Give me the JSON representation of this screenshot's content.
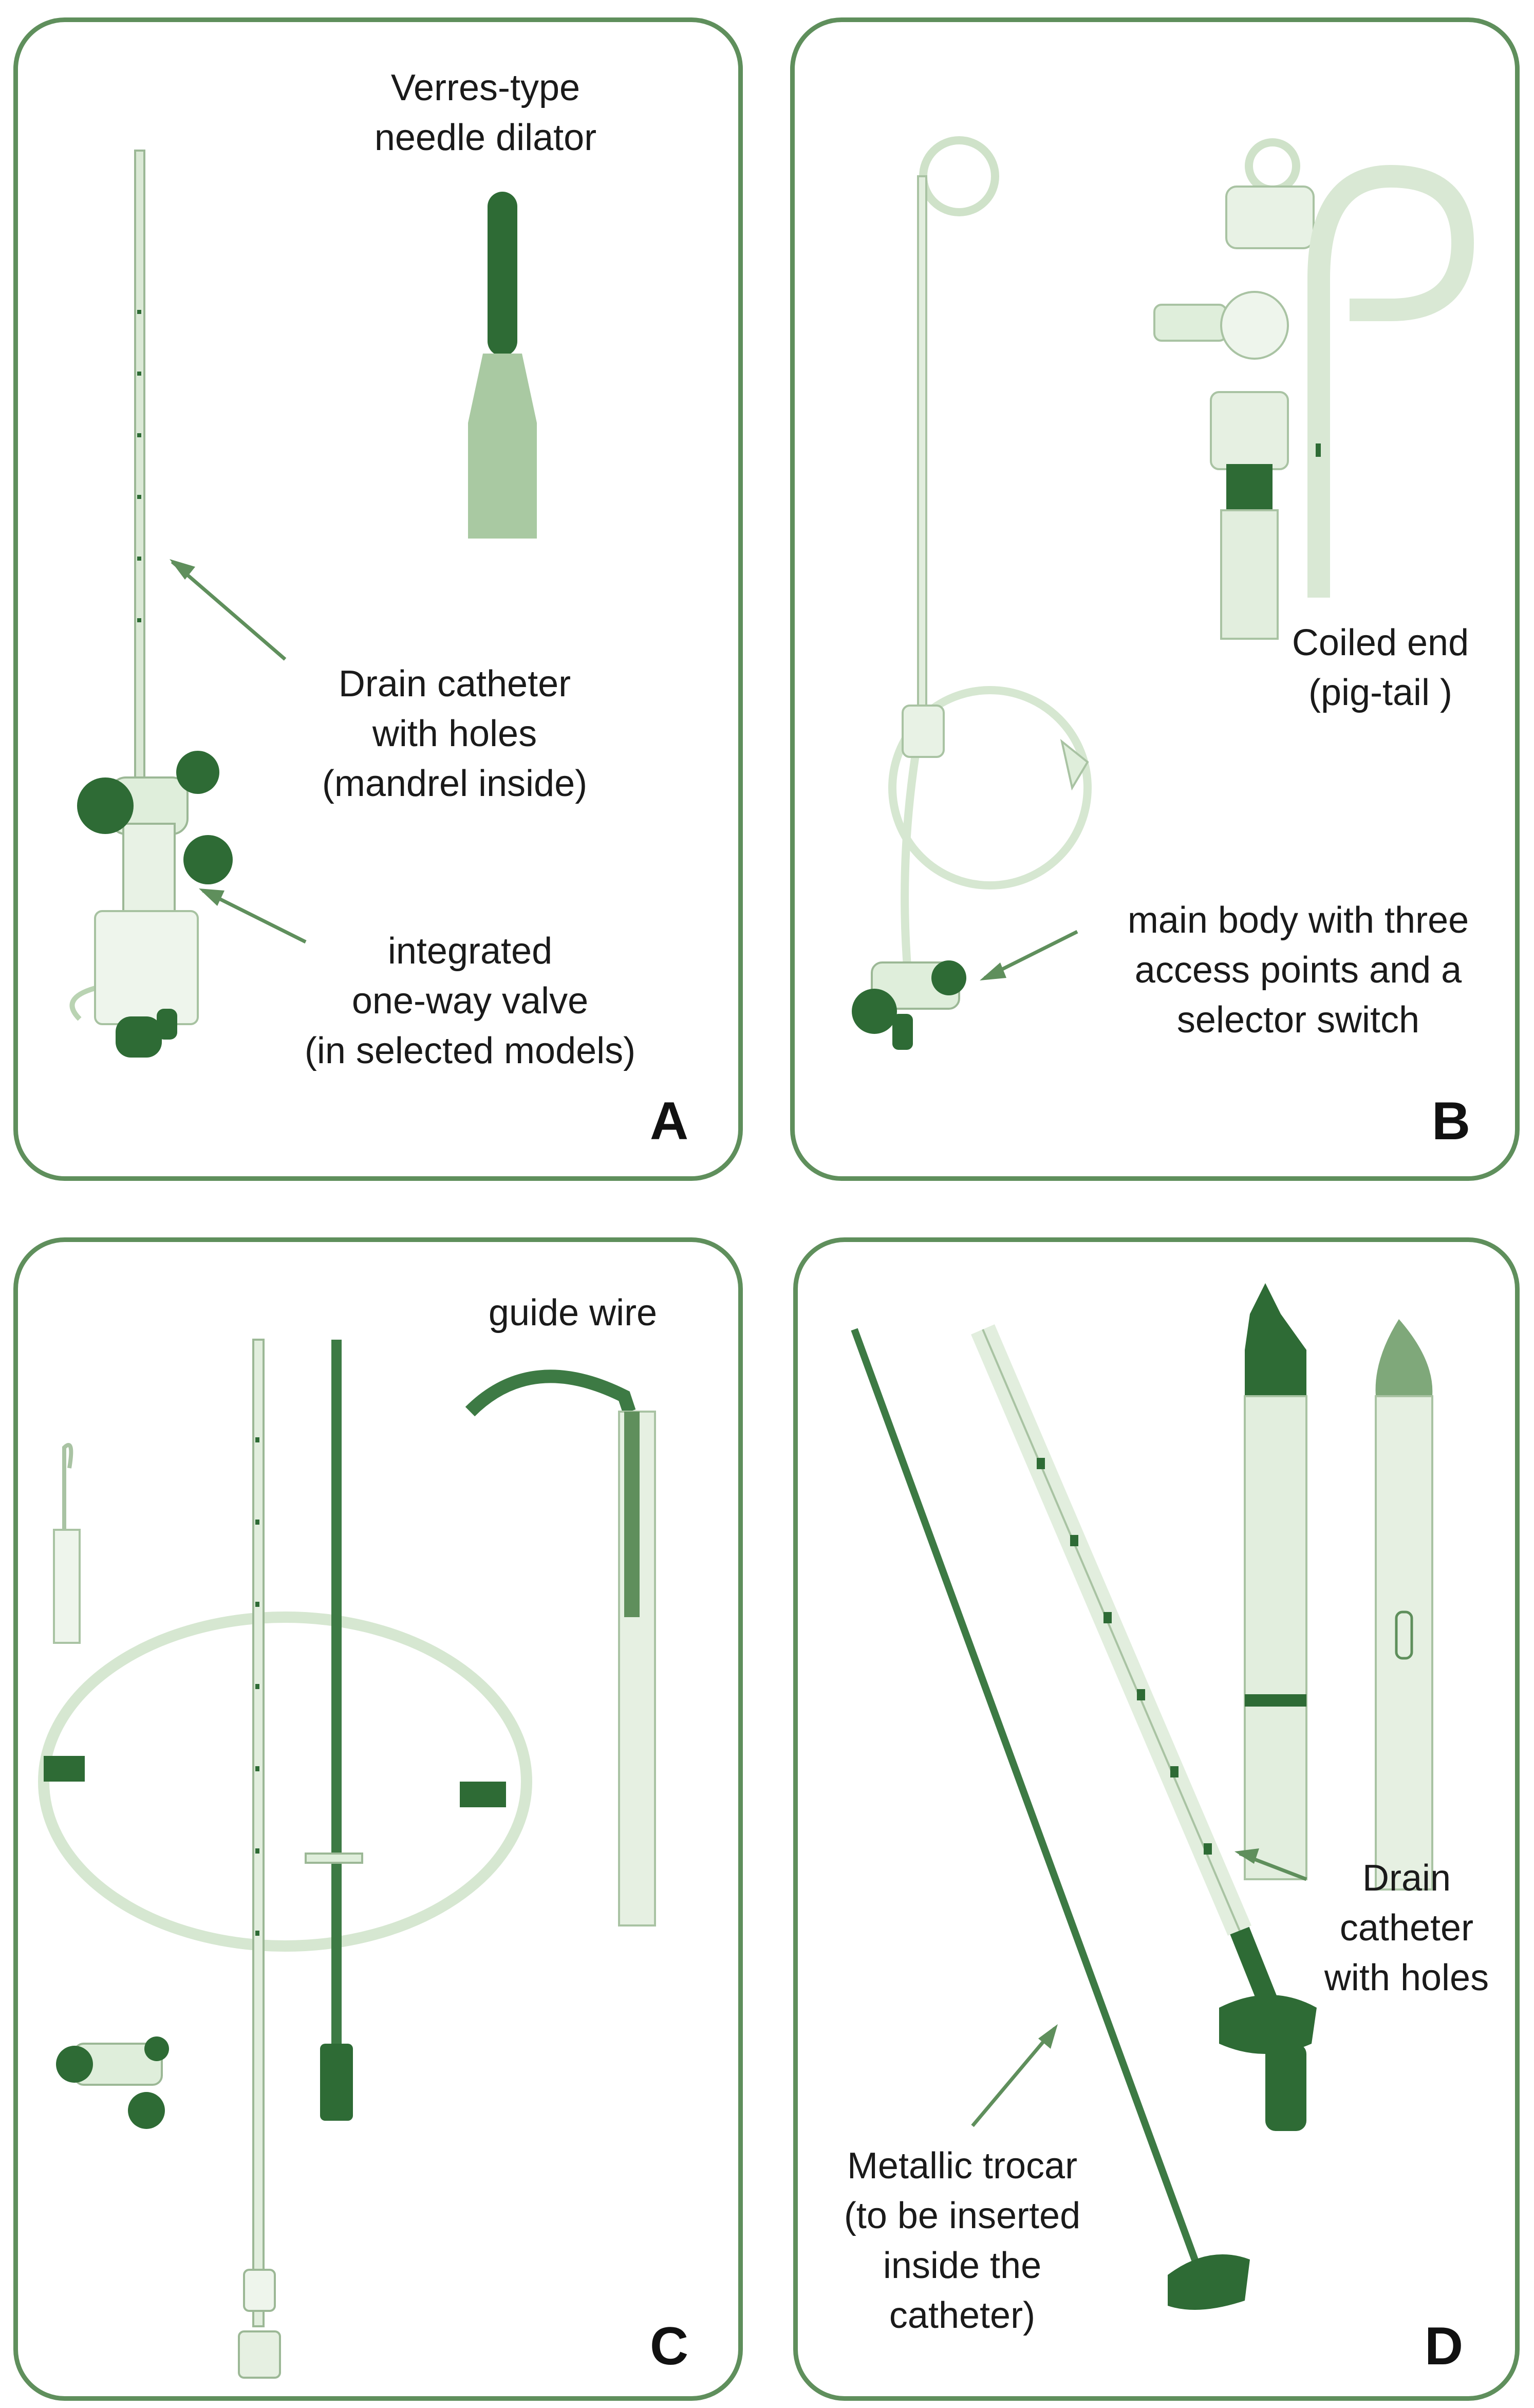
{
  "panels": [
    {
      "letter": "A",
      "labels": [
        {
          "lines": [
            "Verres-type",
            "needle dilator"
          ]
        },
        {
          "lines": [
            "Drain catheter",
            "with holes",
            "(mandrel inside)"
          ]
        },
        {
          "lines": [
            "integrated",
            "one-way valve",
            "(in selected models)"
          ]
        }
      ]
    },
    {
      "letter": "B",
      "labels": [
        {
          "lines": [
            "Coiled end",
            "(pig-tail )"
          ]
        },
        {
          "lines": [
            "main body with three",
            "access points and a",
            "selector switch"
          ]
        }
      ]
    },
    {
      "letter": "C",
      "labels": [
        {
          "lines": [
            "guide wire"
          ]
        }
      ]
    },
    {
      "letter": "D",
      "labels": [
        {
          "lines": [
            "Drain",
            "catheter",
            "with holes"
          ]
        },
        {
          "lines": [
            "Metallic trocar",
            "(to be inserted",
            "inside the",
            "catheter)"
          ]
        }
      ]
    }
  ],
  "colors": {
    "border": "#5f8f5c",
    "device_dark": "#2e6b35",
    "device_light": "#d5e6cf",
    "arrow": "#5f8f5c"
  }
}
